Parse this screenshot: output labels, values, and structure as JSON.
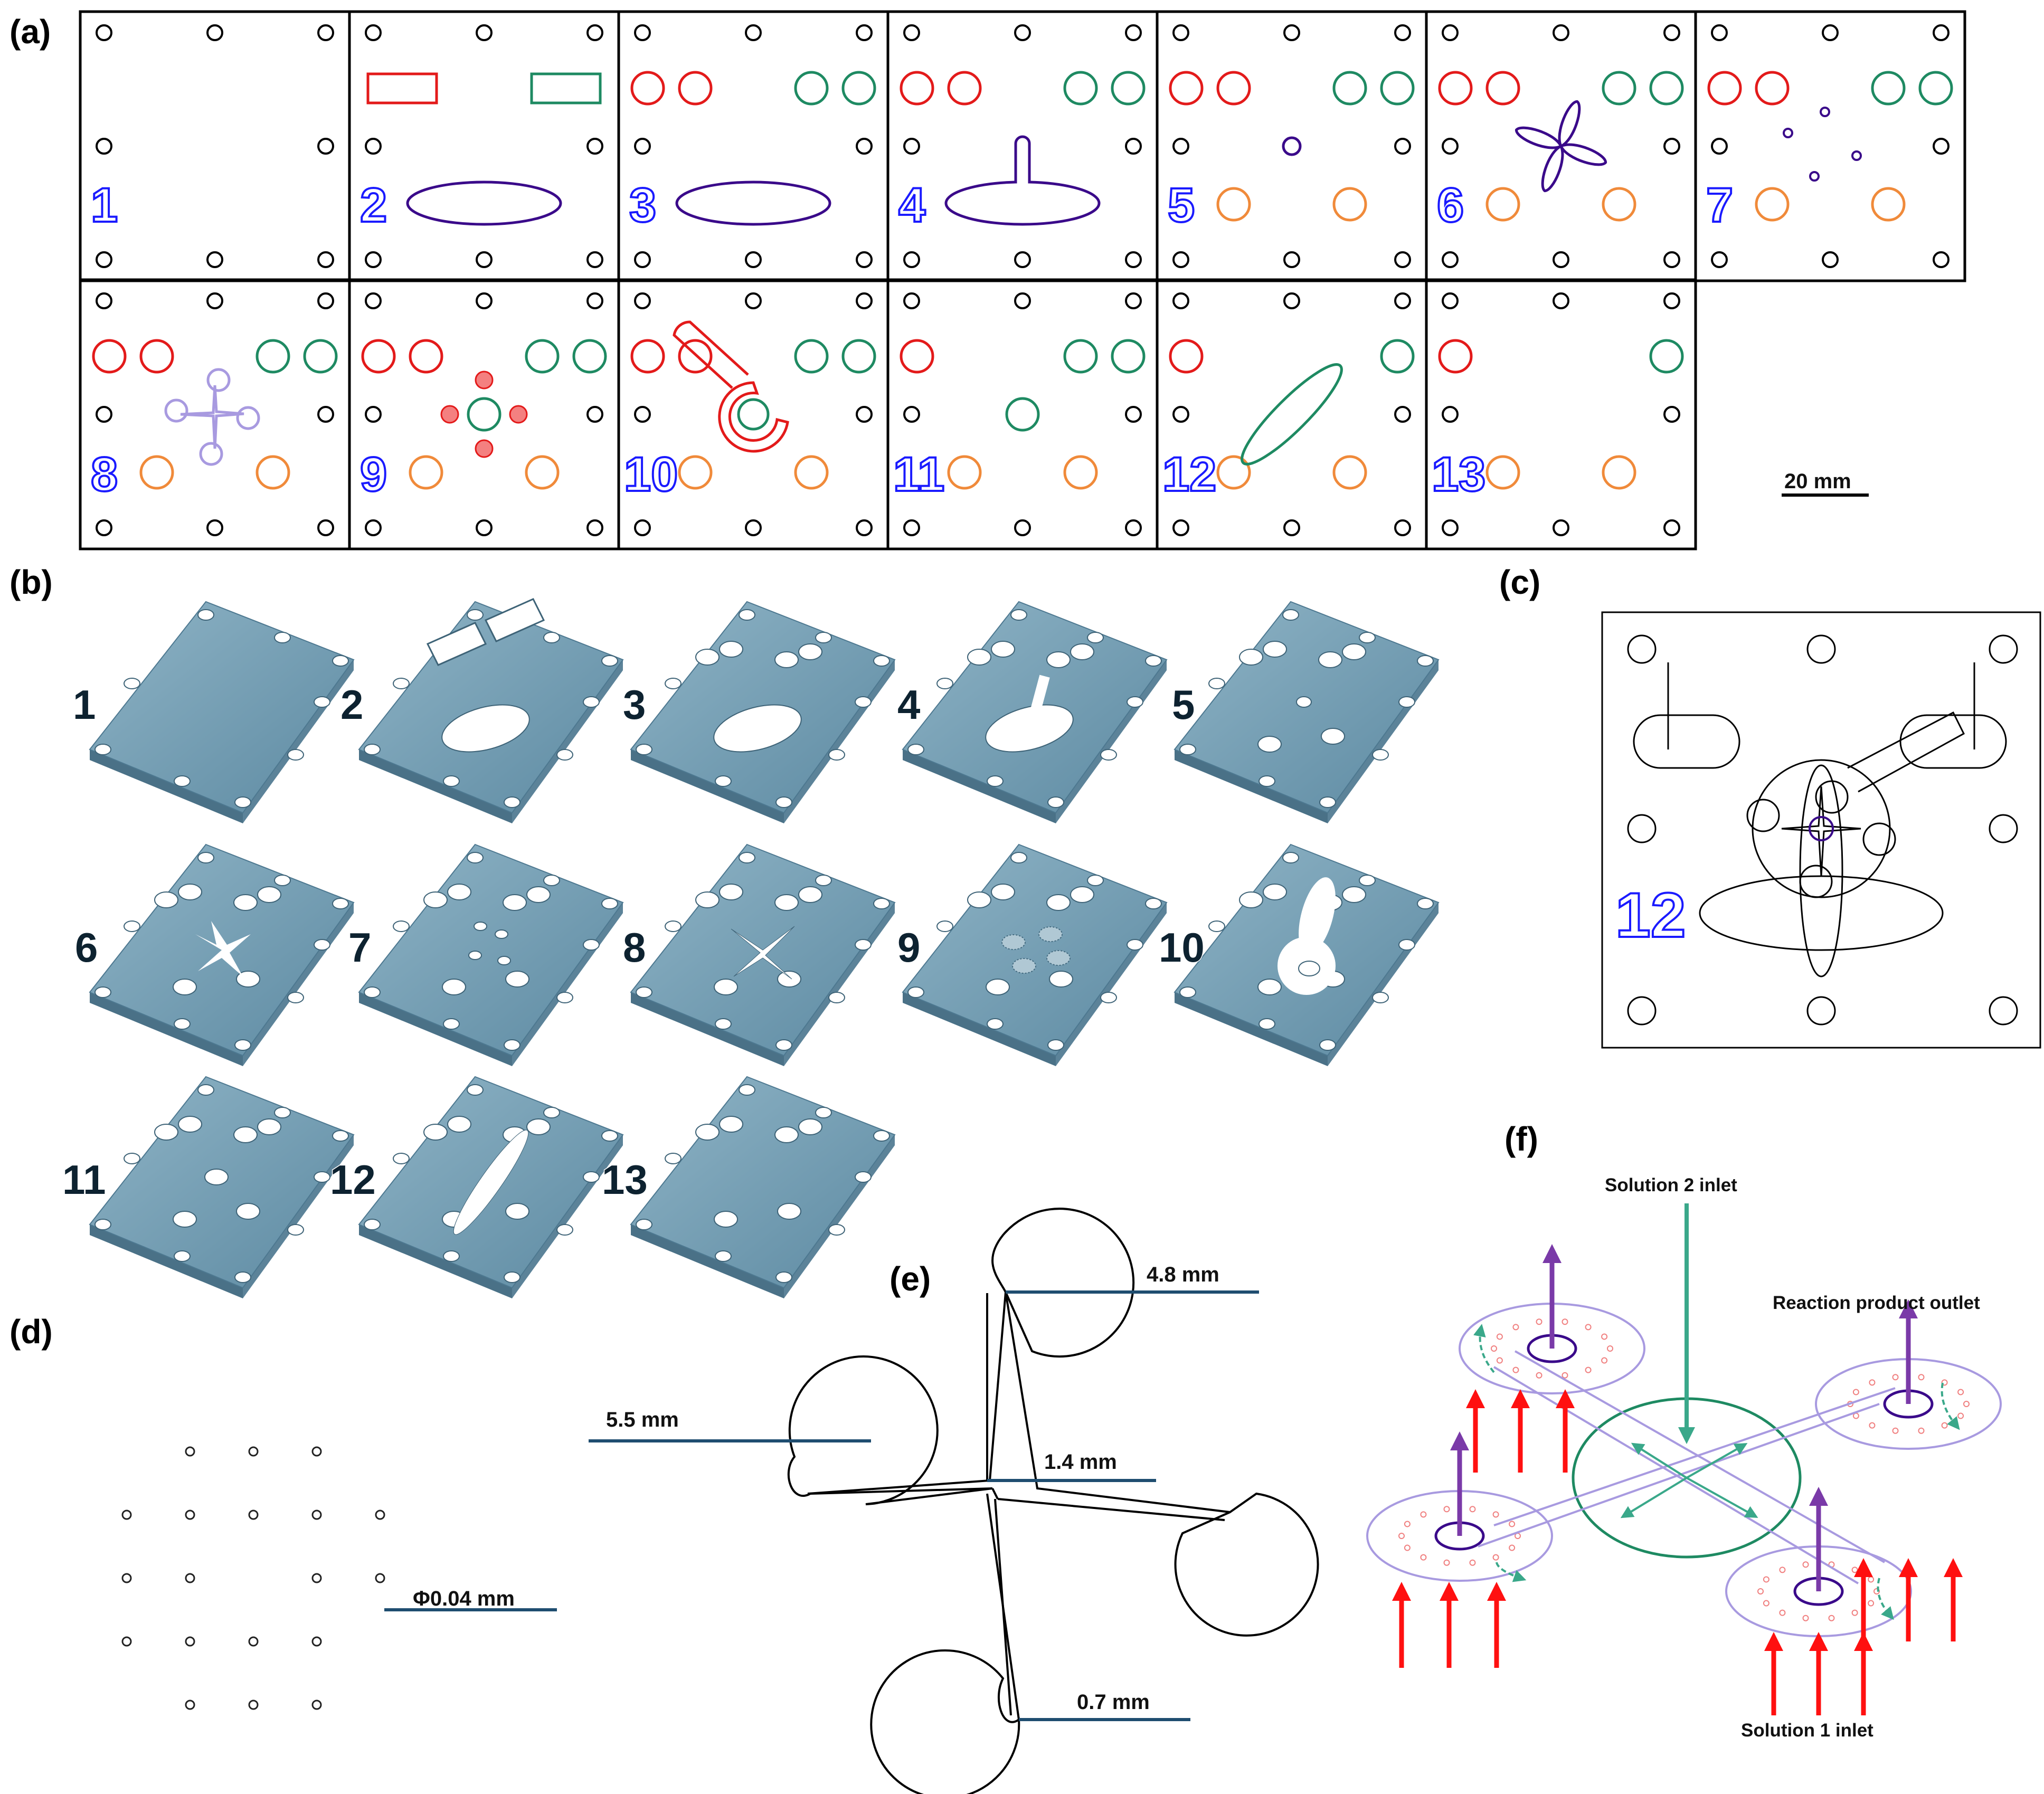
{
  "panels": {
    "a": "(a)",
    "b": "(b)",
    "c": "(c)",
    "d": "(d)",
    "e": "(e)",
    "f": "(f)"
  },
  "plates_a": [
    "1",
    "2",
    "3",
    "4",
    "5",
    "6",
    "7",
    "8",
    "9",
    "10",
    "11",
    "12",
    "13"
  ],
  "plates_b": [
    "1",
    "2",
    "3",
    "4",
    "5",
    "6",
    "7",
    "8",
    "9",
    "10",
    "11",
    "12",
    "13"
  ],
  "scale_bar": "20 mm",
  "panel_c_number": "12",
  "panel_d": {
    "diameter": "Φ0.04 mm"
  },
  "panel_e": {
    "d1": "4.8 mm",
    "d2": "5.5 mm",
    "d3": "1.4 mm",
    "d4": "0.7 mm"
  },
  "panel_f": {
    "solution2": "Solution 2 inlet",
    "outlet": "Reaction product outlet",
    "solution1": "Solution 1 inlet"
  },
  "colors": {
    "red": "#e31a1a",
    "green": "#1e8a62",
    "purple": "#3a0a8a",
    "orange": "#f08a3a",
    "lavender": "#a89ae0",
    "blue_num": "#1a1aff",
    "tile": "#6f95ab",
    "dim_line": "#1f4d70",
    "arrow_purple": "#7a3aa8",
    "arrow_green": "#3aa88a"
  }
}
